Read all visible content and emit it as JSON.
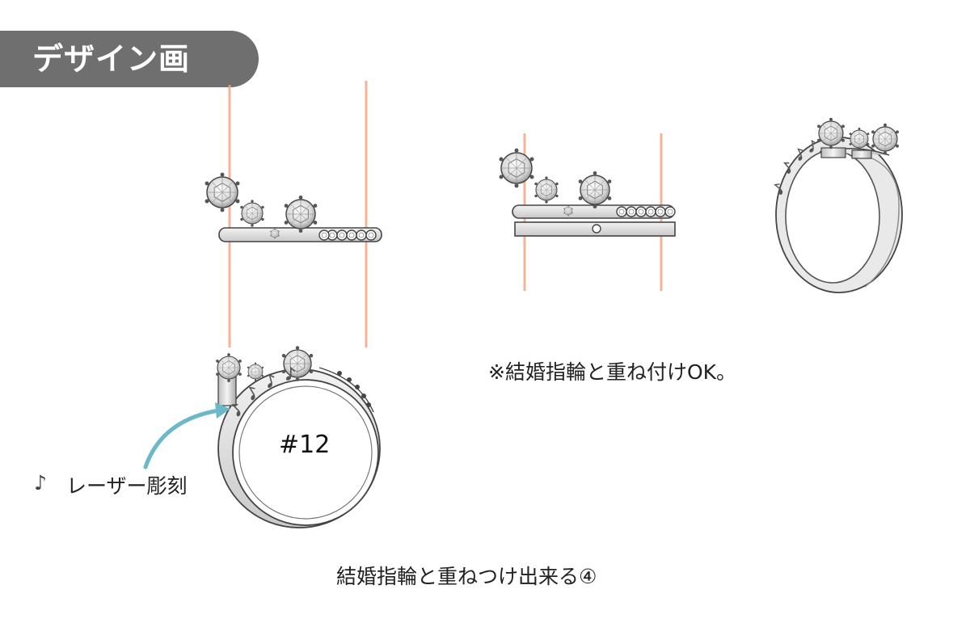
{
  "header": {
    "title": "デザイン画"
  },
  "labels": {
    "ring_size": "#12",
    "laser_engraving": "レーザー彫刻",
    "laser_icon": "♪",
    "stack_note": "※結婚指輪と重ね付けOK。",
    "caption": "結婚指輪と重ねつけ出来る④"
  },
  "colors": {
    "guide_line": "#f4a582",
    "arrow": "#6bb8c7",
    "header_bg": "#6f6f6f"
  },
  "icons": [
    "music-note-icon",
    "curved-arrow-icon"
  ]
}
